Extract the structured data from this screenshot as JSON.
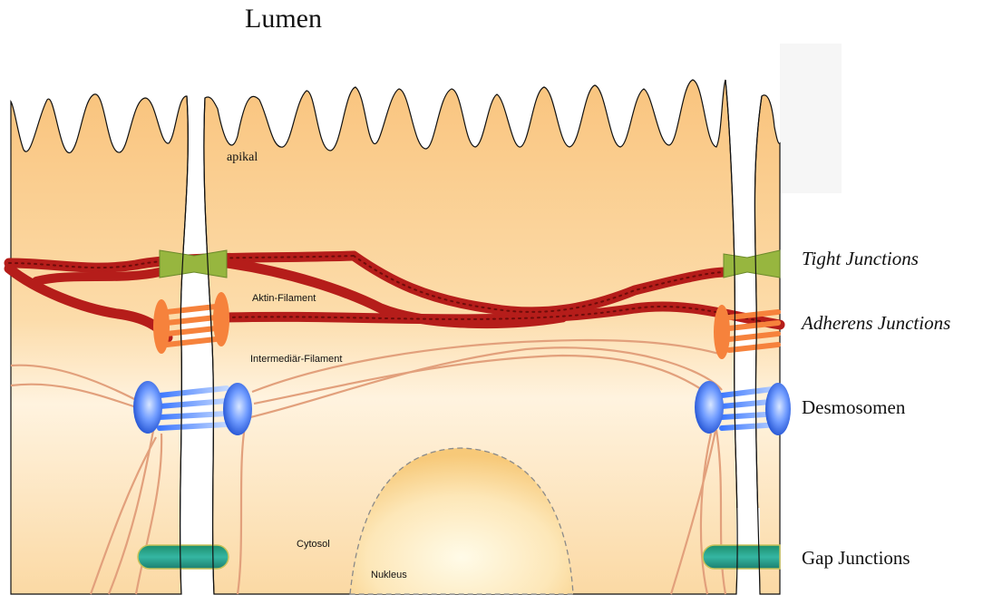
{
  "diagram": {
    "title": "Lumen",
    "labels": {
      "apical": "apikal",
      "actin": "Aktin-Filament",
      "intermediate": "Intermediär-Filament",
      "cytosol": "Cytosol",
      "nucleus": "Nukleus"
    },
    "junctions": {
      "tight": "Tight Junctions",
      "adherens": "Adherens Junctions",
      "desmosome": "Desmosomen",
      "gap": "Gap Junctions"
    },
    "colors": {
      "cytoplasm_top": "#f9c47e",
      "cytoplasm_bottom": "#fde6bd",
      "actin": "#b51d1a",
      "tight_junction": "#97b63f",
      "adherens_junction": "#f6823c",
      "desmosome": "#1f5bd6",
      "gap_junction": "#2a9a8a",
      "intermediate_filament": "#e4a07c"
    }
  }
}
